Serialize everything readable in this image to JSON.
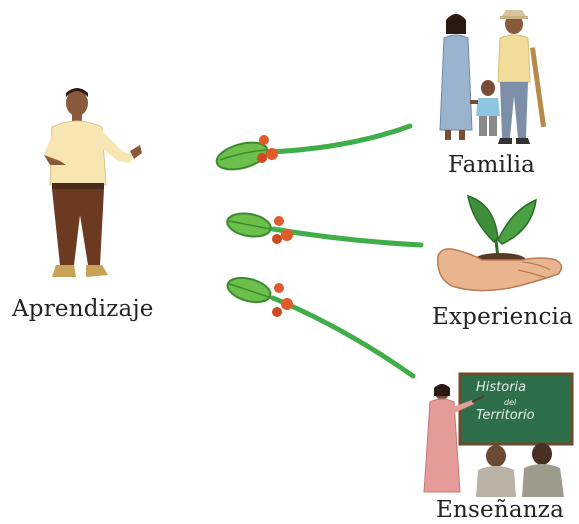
{
  "labels": {
    "left": "Aprendizaje",
    "family": "Familia",
    "experience": "Experiencia",
    "teaching": "Enseñanza"
  },
  "board": {
    "line1": "Historia",
    "line2": "del",
    "line3": "Territorio"
  },
  "colors": {
    "branch": "#3fae49",
    "leaf": "#6cbf4a",
    "leaf_dark": "#3b8a2e",
    "berry": "#e05a2b",
    "board": "#2f6e4a",
    "text": "#222222"
  }
}
